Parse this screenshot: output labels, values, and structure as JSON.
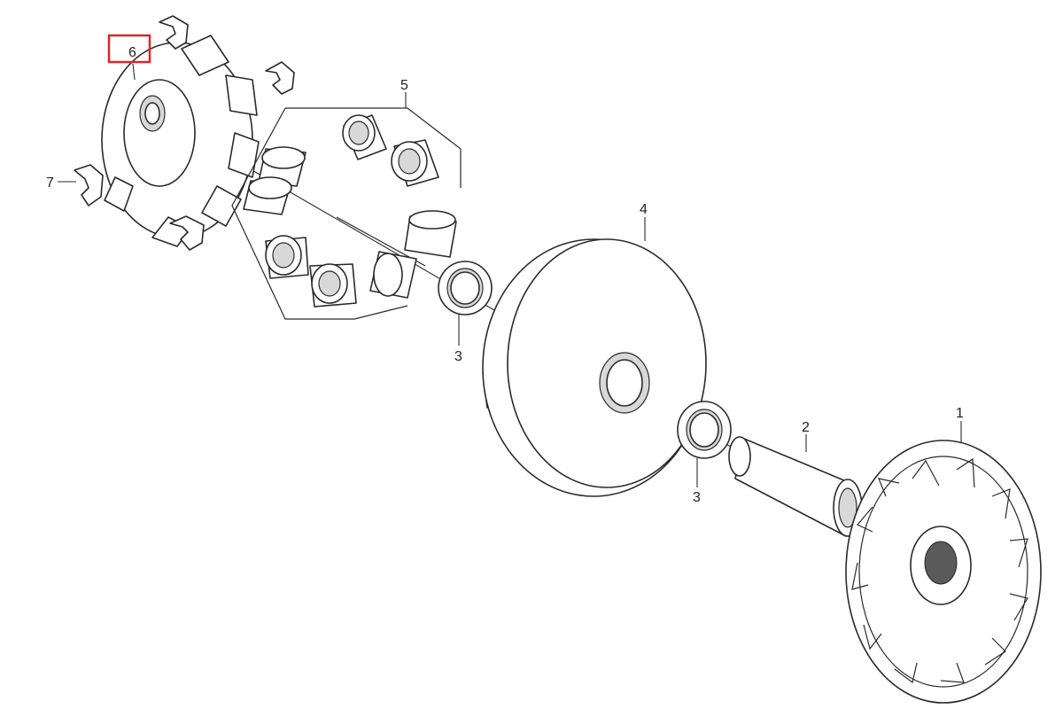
{
  "diagram": {
    "labels": [
      {
        "id": "1",
        "text": "1"
      },
      {
        "id": "2",
        "text": "2"
      },
      {
        "id": "3a",
        "text": "3"
      },
      {
        "id": "3b",
        "text": "3"
      },
      {
        "id": "4",
        "text": "4"
      },
      {
        "id": "5",
        "text": "5"
      },
      {
        "id": "6",
        "text": "6"
      },
      {
        "id": "7",
        "text": "7"
      }
    ],
    "highlight_color": "#d62828"
  }
}
